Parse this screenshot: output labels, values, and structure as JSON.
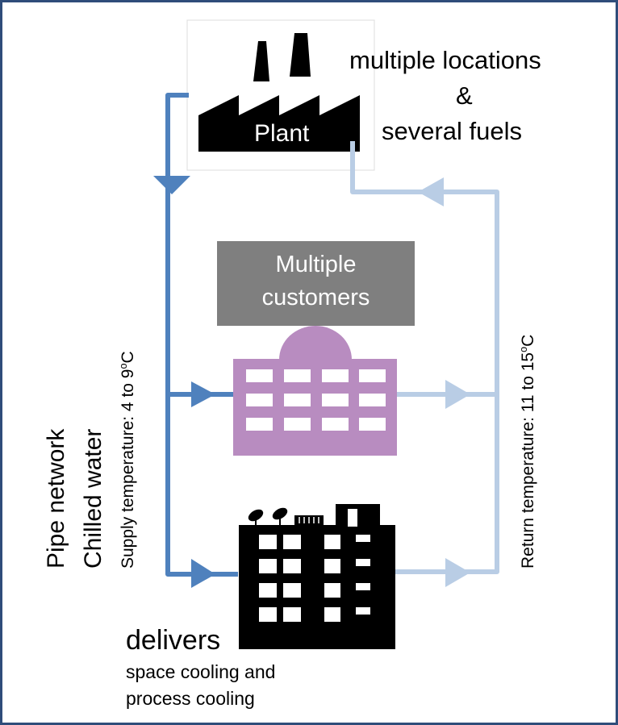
{
  "plant": {
    "label": "Plant"
  },
  "headline": {
    "line1": "multiple locations",
    "line2": "&",
    "line3": "several fuels"
  },
  "customers_box": {
    "line1": "Multiple",
    "line2": "customers"
  },
  "network_labels": {
    "line1": "Pipe network",
    "line2": "Chilled water",
    "supply_prefix": "Supply temperature: 4 to 9",
    "supply_sup": "o",
    "supply_unit": "C",
    "return_prefix": "Return temperature: 11 to 15",
    "return_sup": "o",
    "return_unit": "C"
  },
  "delivers": {
    "title": "delivers",
    "line1": "space cooling and",
    "line2": "process cooling"
  },
  "colors": {
    "frame": "#2f4d7a",
    "supply_pipe": "#4f81bd",
    "return_pipe": "#b9cde5",
    "plant_icon": "#000000",
    "office_building": "#b88cc0",
    "tall_building": "#000000",
    "customers_box": "#7f7f7f"
  },
  "icons": [
    "factory-icon",
    "office-building-icon",
    "apartment-building-icon",
    "flow-arrow-icon"
  ]
}
